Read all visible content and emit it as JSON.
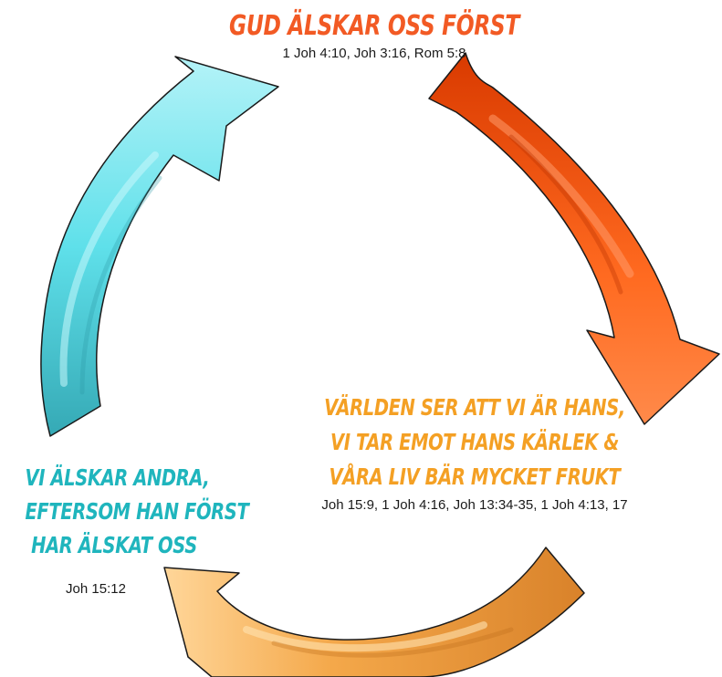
{
  "top": {
    "heading": "GUD ÄLSKAR OSS FÖRST",
    "refs": "1 Joh 4:10, Joh 3:16, Rom 5:8",
    "color": "#f25a24"
  },
  "right": {
    "heading_lines": [
      "VÄRLDEN SER ATT VI ÄR HANS,",
      "VI TAR EMOT HANS KÄRLEK &",
      "VÅRA LIV BÄR MYCKET FRUKT"
    ],
    "refs": "Joh 15:9, 1 Joh 4:16, Joh 13:34-35, 1 Joh 4:13, 17",
    "color": "#f4a024"
  },
  "left": {
    "heading_lines": [
      "VI ÄLSKAR ANDRA,",
      "EFTERSOM HAN FÖRST",
      "HAR ÄLSKAT OSS"
    ],
    "refs": "Joh 15:12",
    "color": "#1fb5bd"
  },
  "arrows": {
    "red": {
      "from": "#d93a00",
      "to": "#ff7a3a"
    },
    "orange": {
      "from": "#ffd08a",
      "to": "#e08a30"
    },
    "cyan": {
      "from": "#3ab4bf",
      "to": "#a4f0f8"
    }
  }
}
